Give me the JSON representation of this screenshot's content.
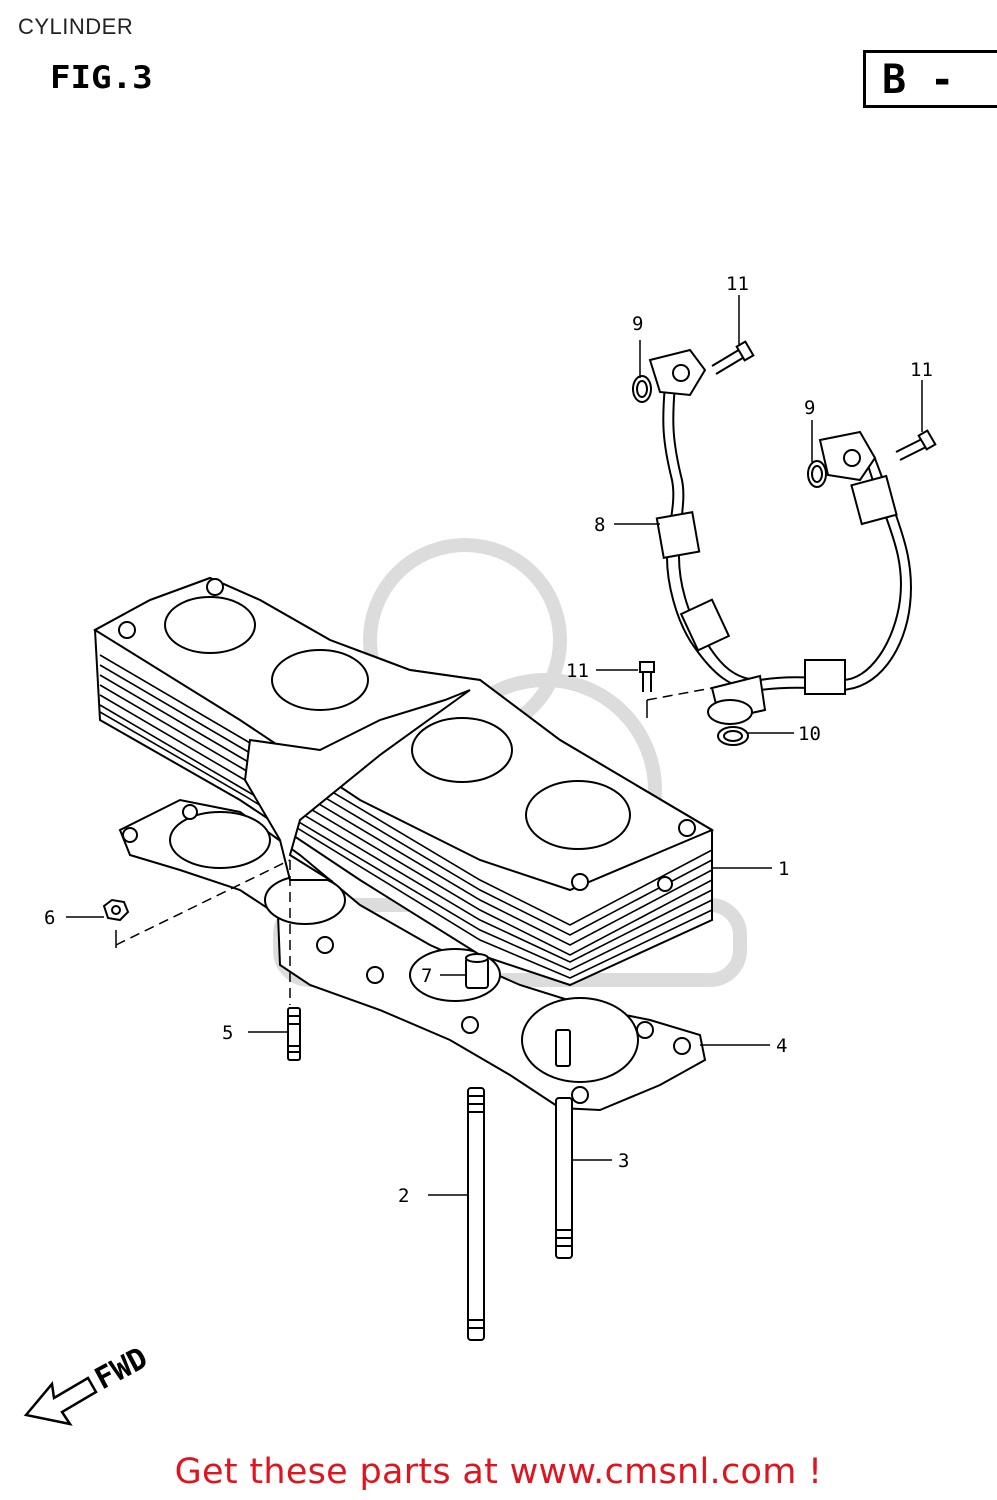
{
  "page": {
    "title": "CYLINDER",
    "fig_label": "FIG.3",
    "section_tab": "B -",
    "footer_cta": "Get these parts at www.cmsnl.com !"
  },
  "callouts": [
    "1",
    "2",
    "3",
    "4",
    "5",
    "6",
    "7",
    "8",
    "9",
    "9",
    "10",
    "11",
    "11",
    "11"
  ],
  "fwd_label": "FWD",
  "colors": {
    "footer": "#e0141e",
    "ink": "#000000",
    "watermark": "#d8d8d8"
  }
}
